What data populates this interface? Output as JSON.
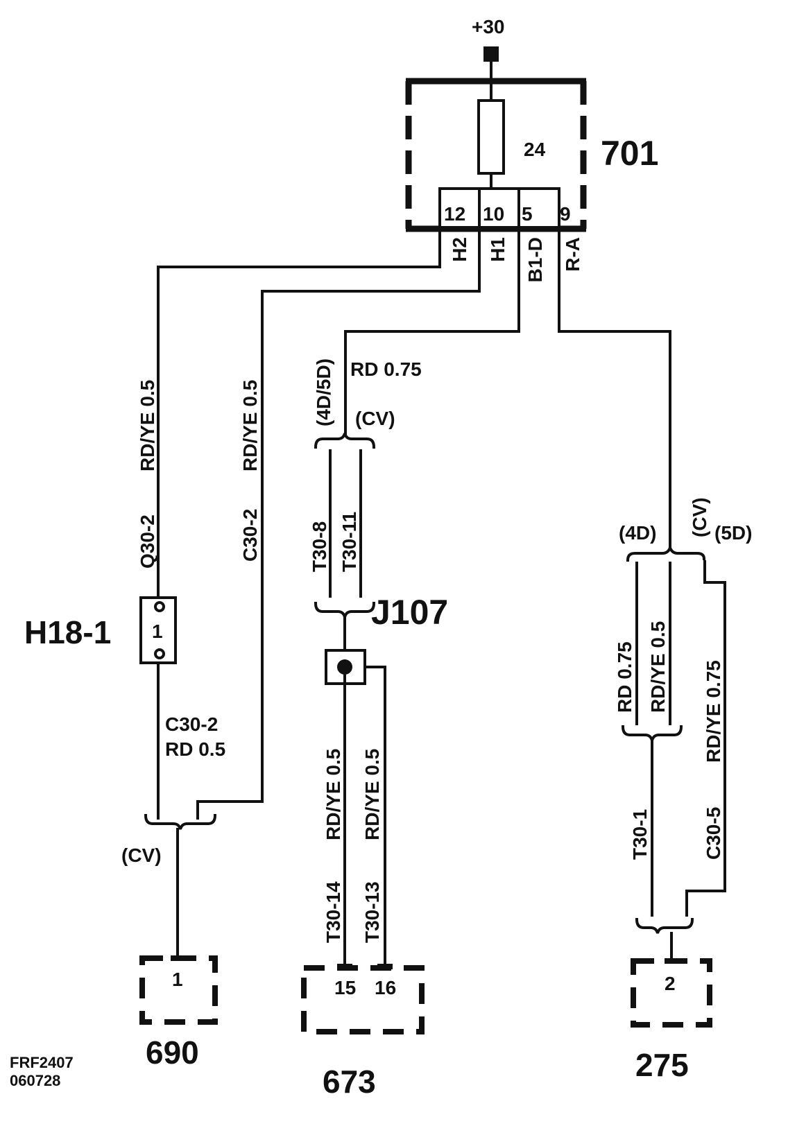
{
  "supply": {
    "label": "+30"
  },
  "fuse_box": {
    "id": "701",
    "fuse_value": "24",
    "pins": [
      "12",
      "10",
      "5",
      "9"
    ],
    "pin_labels": [
      "H2",
      "H1",
      "B1-D",
      "R-A"
    ]
  },
  "wires": {
    "q30_2": {
      "id": "Q30-2",
      "spec": "RD/YE  0.5"
    },
    "c30_2_upper": {
      "id": "C30-2",
      "spec": "RD/YE  0.5"
    },
    "b1d": {
      "spec": "RD 0.75",
      "variant_left": "(4D/5D)",
      "variant_right": "(CV)"
    },
    "t30_8": {
      "id": "T30-8"
    },
    "t30_11": {
      "id": "T30-11"
    },
    "t30_14": {
      "id": "T30-14",
      "spec": "RD/YE  0.5"
    },
    "t30_13": {
      "id": "T30-13",
      "spec": "RD/YE  0.5"
    },
    "c30_2_lower": {
      "id": "C30-2",
      "spec": "RD 0.5"
    },
    "ra_variants": {
      "left": "(4D)",
      "middle": "(CV)",
      "right": "(5D)"
    },
    "rd075": {
      "spec": "RD 0.75"
    },
    "rdye05": {
      "spec": "RD/YE  0.5"
    },
    "c30_5": {
      "id": "C30-5",
      "spec": "RD/YE  0.75"
    },
    "t30_1": {
      "id": "T30-1"
    },
    "cv_lower": {
      "label": "(CV)"
    }
  },
  "components": {
    "h18": {
      "id": "H18-1",
      "pin": "1"
    },
    "j107": {
      "id": "J107"
    },
    "c690": {
      "id": "690",
      "pin": "1"
    },
    "c673": {
      "id": "673",
      "pins": [
        "15",
        "16"
      ]
    },
    "c275": {
      "id": "275",
      "pin": "2"
    }
  },
  "footer": {
    "code": "FRF2407",
    "date": "060728"
  }
}
